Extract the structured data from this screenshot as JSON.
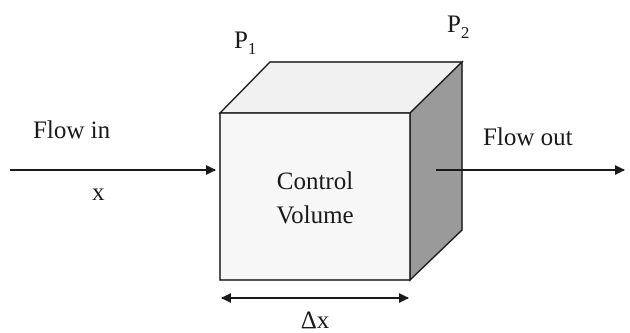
{
  "diagram": {
    "labels": {
      "p1": "P",
      "p1_sub": "1",
      "p2": "P",
      "p2_sub": "2",
      "flow_in": "Flow in",
      "x": "x",
      "flow_out": "Flow out",
      "control_line1": "Control",
      "control_line2": "Volume",
      "delta_x": "Δx"
    },
    "colors": {
      "background": "#ffffff",
      "stroke": "#1a1a1a",
      "front_face": "#f7f7f7",
      "top_face": "#f1f1f1",
      "side_face": "#9a9a9a"
    }
  }
}
